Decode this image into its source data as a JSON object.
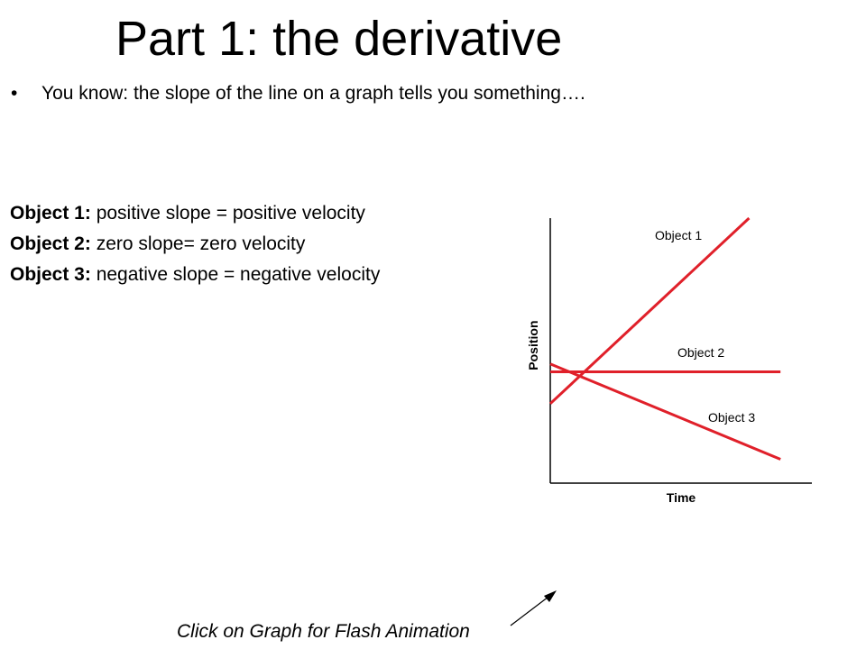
{
  "slide": {
    "title": "Part 1: the derivative",
    "bullet": {
      "marker": "•",
      "text": "You know:  the slope of the line on a graph tells you something…."
    },
    "objects": [
      {
        "name": "Object 1:",
        "description": " positive slope = positive velocity"
      },
      {
        "name": "Object 2:",
        "description": " zero slope= zero velocity"
      },
      {
        "name": "Object 3:",
        "description": " negative slope = negative velocity"
      }
    ],
    "caption": "Click on Graph for Flash Animation"
  },
  "chart_data": {
    "type": "line",
    "xlabel": "Time",
    "ylabel": "Position",
    "xlim": [
      0,
      10
    ],
    "ylim": [
      0,
      10
    ],
    "grid": false,
    "line_color": "#e0202a",
    "series": [
      {
        "name": "Object 1",
        "x": [
          0,
          7.6
        ],
        "y": [
          3,
          10
        ]
      },
      {
        "name": "Object 2",
        "x": [
          0,
          8.8
        ],
        "y": [
          4.2,
          4.2
        ]
      },
      {
        "name": "Object 3",
        "x": [
          0,
          8.8
        ],
        "y": [
          4.5,
          0.9
        ]
      }
    ]
  },
  "colors": {
    "line": "#e0202a",
    "text": "#000000",
    "background": "#ffffff"
  }
}
